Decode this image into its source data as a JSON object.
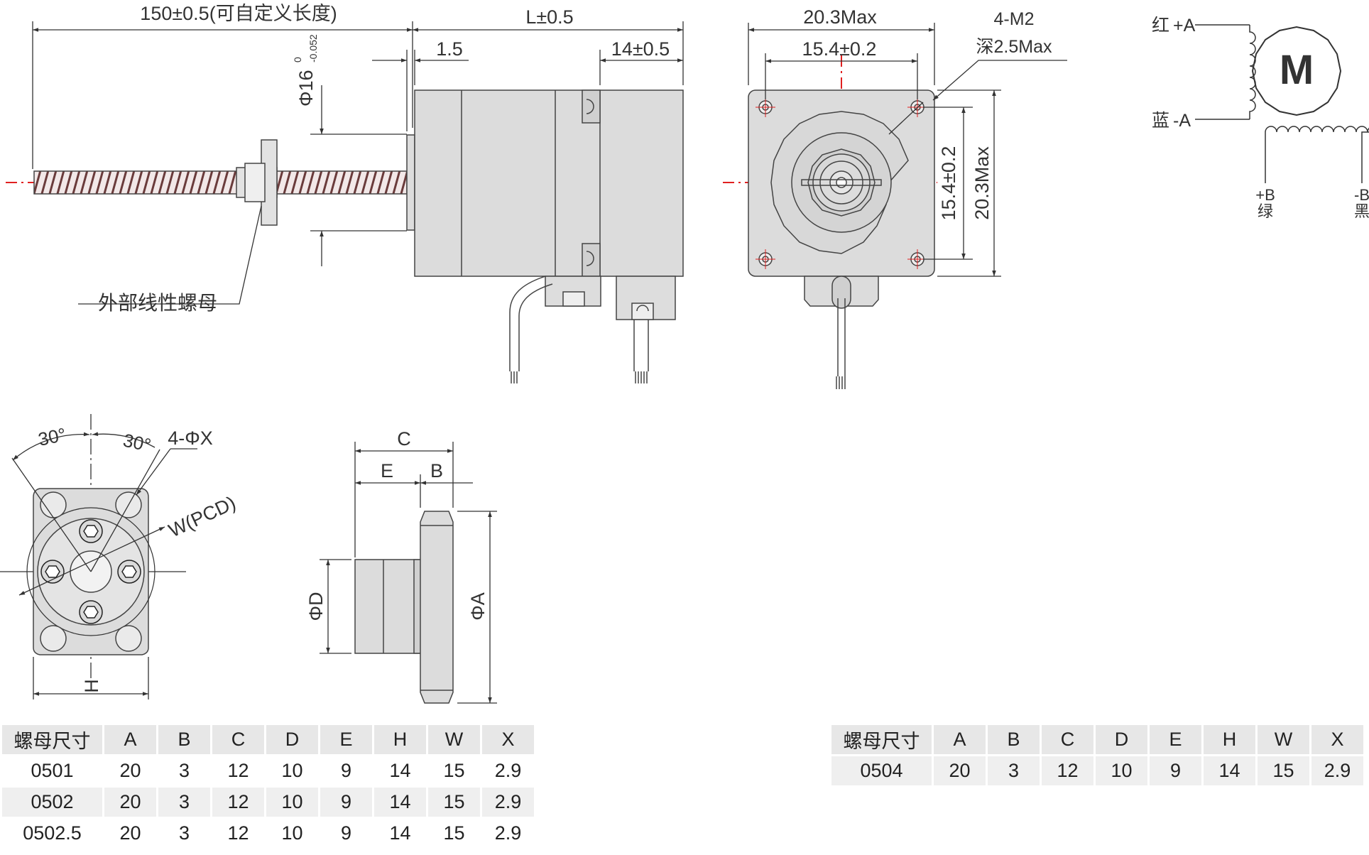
{
  "side_view": {
    "dim_total": "150±0.5(可自定义长度)",
    "dim_body": "L±0.5",
    "dim_flange": "1.5",
    "dim_rear": "14±0.5",
    "dim_pilot": "Φ16",
    "dim_pilot_tol_upper": "0",
    "dim_pilot_tol_lower": "-0.052",
    "nut_label": "外部线性螺母"
  },
  "front_view": {
    "dim_width_max": "20.3Max",
    "dim_hole_pitch": "15.4±0.2",
    "dim_height_pitch": "15.4±0.2",
    "dim_height_max": "20.3Max",
    "hole_callout_1": "4-M2",
    "hole_callout_2": "深2.5Max"
  },
  "wiring": {
    "red": "红",
    "plus_a": "+A",
    "blue": "蓝",
    "minus_a": "-A",
    "motor": "M",
    "plus_b": "+B",
    "green": "绿",
    "minus_b": "-B",
    "black": "黑"
  },
  "nut_front": {
    "angle_left": "30°",
    "angle_right": "30°",
    "holes": "4-ΦX",
    "pcd": "W(PCD)",
    "dim_h": "H"
  },
  "nut_side": {
    "dim_c": "C",
    "dim_e": "E",
    "dim_b": "B",
    "dim_d": "ΦD",
    "dim_a": "ΦA"
  },
  "table_left": {
    "headers": [
      "螺母尺寸",
      "A",
      "B",
      "C",
      "D",
      "E",
      "H",
      "W",
      "X"
    ],
    "rows": [
      [
        "0501",
        "20",
        "3",
        "12",
        "10",
        "9",
        "14",
        "15",
        "2.9"
      ],
      [
        "0502",
        "20",
        "3",
        "12",
        "10",
        "9",
        "14",
        "15",
        "2.9"
      ],
      [
        "0502.5",
        "20",
        "3",
        "12",
        "10",
        "9",
        "14",
        "15",
        "2.9"
      ]
    ]
  },
  "table_right": {
    "headers": [
      "螺母尺寸",
      "A",
      "B",
      "C",
      "D",
      "E",
      "H",
      "W",
      "X"
    ],
    "rows": [
      [
        "0504",
        "20",
        "3",
        "12",
        "10",
        "9",
        "14",
        "15",
        "2.9"
      ]
    ]
  }
}
